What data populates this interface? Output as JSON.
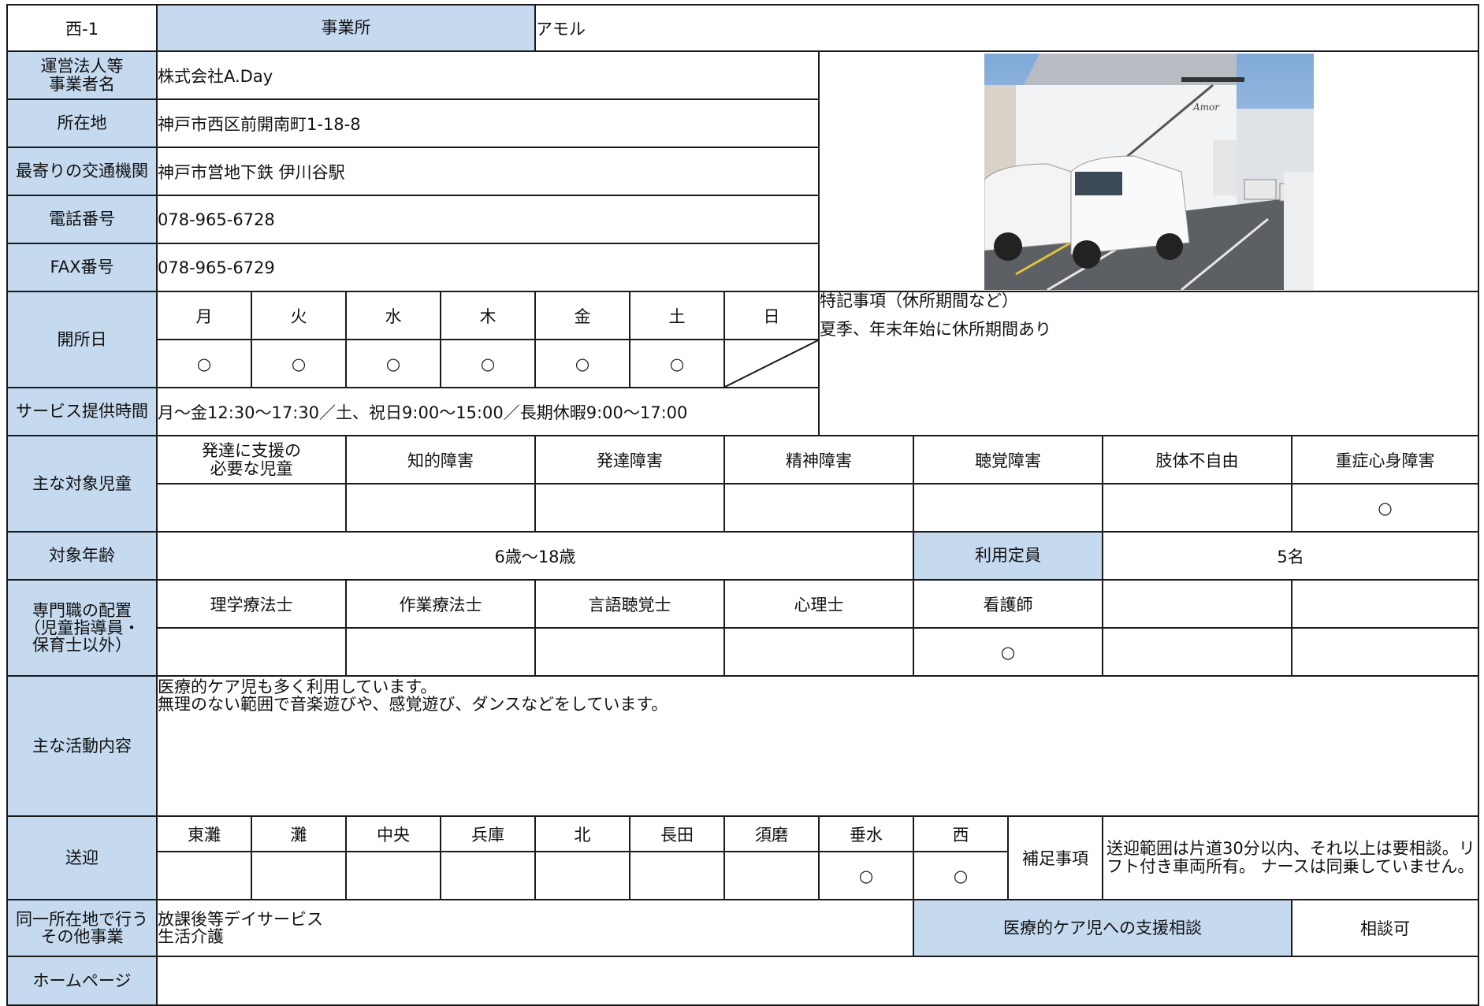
{
  "header": {
    "id": "西-1",
    "office_label": "事業所",
    "office_name": "アモル"
  },
  "operator": {
    "label_line1": "運営法人等",
    "label_line2": "事業者名",
    "value": "株式会社A.Day"
  },
  "address": {
    "label": "所在地",
    "value": "神戸市西区前開南町1-18-8"
  },
  "transit": {
    "label": "最寄りの交通機関",
    "value": "神戸市営地下鉄 伊川谷駅"
  },
  "phone": {
    "label": "電話番号",
    "value": "078-965-6728"
  },
  "fax": {
    "label": "FAX番号",
    "value": "078-965-6729"
  },
  "open_days": {
    "label": "開所日",
    "days": [
      "月",
      "火",
      "水",
      "木",
      "金",
      "土",
      "日"
    ],
    "marks": [
      "○",
      "○",
      "○",
      "○",
      "○",
      "○",
      ""
    ]
  },
  "notes": {
    "title": "特記事項（休所期間など）",
    "value": "夏季、年末年始に休所期間あり"
  },
  "service_hours": {
    "label": "サービス提供時間",
    "value": "月～金12:30～17:30／土、祝日9:00～15:00／長期休暇9:00～17:00"
  },
  "target_children": {
    "label": "主な対象児童",
    "categories": [
      "発達に支援の",
      "必要な児童",
      "知的障害",
      "発達障害",
      "精神障害",
      "聴覚障害",
      "肢体不自由",
      "重症心身障害"
    ],
    "marks": [
      "",
      "",
      "",
      "",
      "",
      "",
      "○"
    ]
  },
  "target_age": {
    "label": "対象年齢",
    "value": "6歳～18歳",
    "capacity_label": "利用定員",
    "capacity_value": "5名"
  },
  "staff": {
    "label_line1": "専門職の配置",
    "label_line2": "（児童指導員・",
    "label_line3": "保育士以外）",
    "roles": [
      "理学療法士",
      "作業療法士",
      "言語聴覚士",
      "心理士",
      "看護師",
      "",
      ""
    ],
    "marks": [
      "",
      "",
      "",
      "",
      "○",
      "",
      ""
    ]
  },
  "activities": {
    "label": "主な活動内容",
    "line1": "医療的ケア児も多く利用しています。",
    "line2": "無理のない範囲で音楽遊びや、感覚遊び、ダンスなどをしています。"
  },
  "transport": {
    "label": "送迎",
    "areas": [
      "東灘",
      "灘",
      "中央",
      "兵庫",
      "北",
      "長田",
      "須磨",
      "垂水",
      "西"
    ],
    "marks": [
      "",
      "",
      "",
      "",
      "",
      "",
      "",
      "○",
      "○"
    ],
    "extra_label": "補足事項",
    "extra_line1": "送迎範囲は片道30分以内、それ以上は要相談。リ",
    "extra_line2": "フト付き車両所有。 ナースは同乗していません。"
  },
  "other_services": {
    "label_line1": "同一所在地で行う",
    "label_line2": "その他事業",
    "line1": "放課後等デイサービス",
    "line2": "生活介護",
    "medical_label": "医療的ケア児への支援相談",
    "medical_value": "相談可"
  },
  "homepage": {
    "label": "ホームページ",
    "value": ""
  },
  "photo": {
    "sign_text": "Amor"
  },
  "colors": {
    "label_bg": "#c5d9ef",
    "border": "#1a1a1a"
  }
}
